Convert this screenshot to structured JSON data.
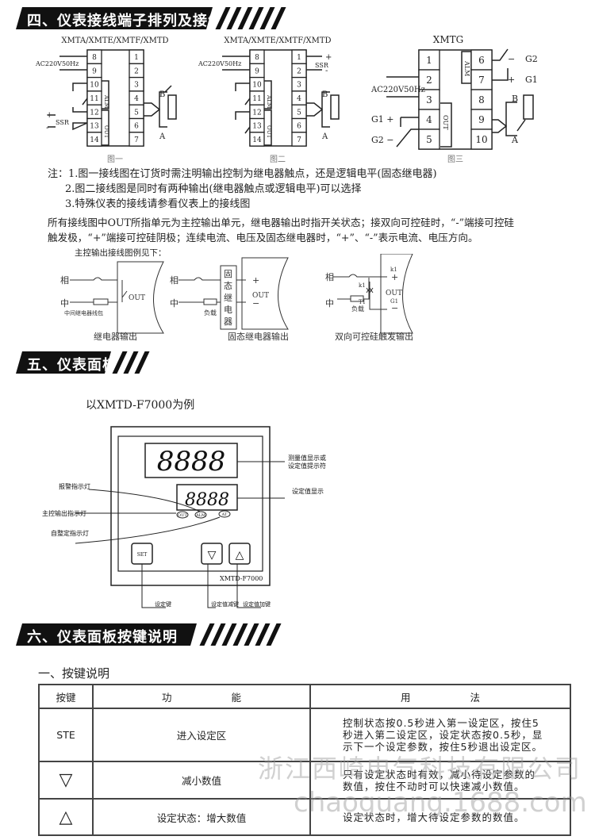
{
  "sections": {
    "s4": "四、仪表接线端子排列及接线",
    "s5": "五、仪表面板",
    "s6": "六、仪表面板按键说明"
  },
  "wiring": {
    "fig1": {
      "title": "XMTA/XMTE/XMTF/XMTD",
      "caption": "图一",
      "left": [
        "8",
        "9",
        "10",
        "11",
        "12",
        "13",
        "14"
      ],
      "right": [
        "1",
        "2",
        "3",
        "4",
        "5",
        "6",
        "7"
      ],
      "power": "AC220V50Hz",
      "ssr": "SSR",
      "alm": "ALM",
      "out": "OUT",
      "plus": "+",
      "minus": "-",
      "b": "B",
      "a": "A"
    },
    "fig2": {
      "title": "XMTA/XMTE/XMTF/XMTD",
      "caption": "图二",
      "left": [
        "8",
        "9",
        "10",
        "11",
        "12",
        "13",
        "14"
      ],
      "right": [
        "1",
        "2",
        "3",
        "4",
        "5",
        "6",
        "7"
      ],
      "power": "AC220V50Hz",
      "ssr": "SSR",
      "alm": "ALM",
      "out": "OUT",
      "plus": "+",
      "minus": "-",
      "b": "B",
      "a": "A"
    },
    "fig3": {
      "title": "XMTG",
      "caption": "图三",
      "left": [
        "1",
        "2",
        "3",
        "4",
        "5"
      ],
      "right": [
        "6",
        "7",
        "8",
        "9",
        "10"
      ],
      "power": "AC220V50Hz",
      "alm": "ALM",
      "out": "OUT",
      "g1": "G1",
      "g2": "G2",
      "g1p": "G1 +",
      "g2m": "G2 −",
      "plus": "+",
      "minus": "−",
      "b": "B",
      "a": "A"
    }
  },
  "notes": {
    "n1": "注：1.图一接线图在订货时需注明输出控制为继电器触点，还是逻辑电平(固态继电器)",
    "n2": "2.图二接线图是同时有两种输出(继电器触点或逻辑电平)可以选择",
    "n3": "3.特殊仪表的接线请参看仪表上的接线图",
    "p1": "所有接线图中OUT所指单元为主控输出单元，继电器输出时指开关状态；接双向可控硅时，“-”端接可控硅",
    "p2": "触发极，“+”端接可控硅阴极；连续电流、电压及固态继电器时，“+”、“-”表示电流、电压方向。",
    "example": "主控输出接线图例见下："
  },
  "outputs": {
    "relay": {
      "caption": "继电器输出",
      "phase": "相",
      "neutral": "中",
      "coil": "中间继电器线包",
      "out": "OUT"
    },
    "ssr": {
      "caption": "固态继电器输出",
      "phase": "相",
      "neutral": "中",
      "box": [
        "固",
        "态",
        "继",
        "电",
        "器"
      ],
      "load": "负载",
      "out": "OUT",
      "plus": "+",
      "minus": "−"
    },
    "triac": {
      "caption": "双向可控硅触发输出",
      "phase": "相",
      "neutral": "中",
      "load": "负载",
      "k1": "k1",
      "t1": "T1",
      "g1": "G1",
      "out": "OUT",
      "plus": "+",
      "minus": "−"
    }
  },
  "panel": {
    "example": "以XMTD-F7000为例",
    "pv": "8888",
    "sv": "8888",
    "pv_label1": "测量值显示或",
    "pv_label2": "设定值提示符",
    "sv_label": "设定值显示",
    "alarm_led_label": "报警指示灯",
    "out_led_label": "主控输出指示灯",
    "at_led_label": "自整定指示灯",
    "leds": [
      "OUT",
      "ALM",
      "AT"
    ],
    "set_key": "SET",
    "down_key": "▽",
    "up_key": "△",
    "model": "XMTD-F7000",
    "set_label": "设定键",
    "down_label": "设定值减键",
    "up_label": "设定值加键"
  },
  "keys": {
    "subtitle": "一、按键说明",
    "headers": [
      "按键",
      "功　　　　　　能",
      "用　　　　　　法"
    ],
    "rows": [
      {
        "key": "STE",
        "func": "进入设定区",
        "usage": [
          "控制状态按0.5秒进入第一设定区，按住5",
          "秒进入第二设定区，设定状态按0.5秒，显",
          "示下一个设定参数，按住5秒退出设定区。"
        ]
      },
      {
        "key": "▽",
        "func": "减小数值",
        "usage": [
          "只有设定状态时有效，减小待设定参数的",
          "数值，按住不动时可以快速减小数值。"
        ]
      },
      {
        "key": "△",
        "func": "设定状态：增大数值",
        "usage": [
          "设定状态时，增大待设定参数的数值。"
        ]
      }
    ]
  },
  "watermark": {
    "company": "浙江西崎电气科技有限公司",
    "site": "chaoguang.1688.com"
  }
}
